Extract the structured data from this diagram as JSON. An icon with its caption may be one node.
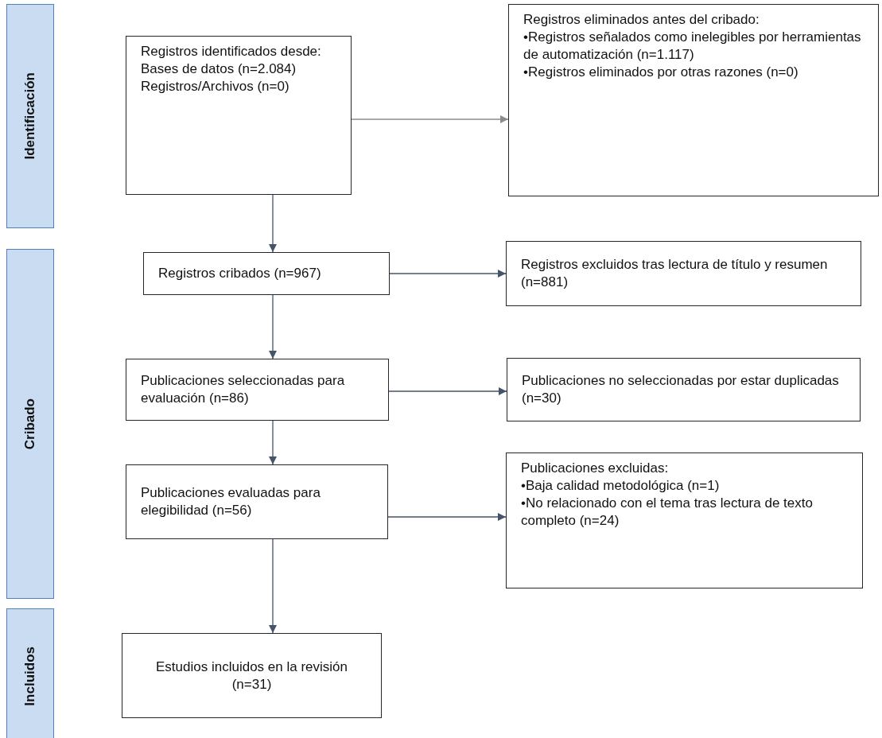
{
  "diagram": {
    "nodes": [
      {
        "text": [
          "Identificación"
        ]
      },
      {
        "text": [
          "Registros identificados desde:",
          "Bases de datos (n=2.084)",
          "Registros/Archivos (n=0)"
        ]
      },
      {
        "text": [
          "Registros eliminados antes del cribado:",
          "•Registros señalados como inelegibles por herramientas de automatización (n=1.117)",
          "•Registros eliminados por otras razones (n=0)"
        ]
      },
      {
        "text": [
          "Cribado"
        ]
      },
      {
        "text": [
          "Registros cribados (n=967)"
        ]
      },
      {
        "text": [
          "Registros excluidos tras lectura de título y resumen (n=881)"
        ]
      },
      {
        "text": [
          "Publicaciones seleccionadas para evaluación (n=86)"
        ]
      },
      {
        "text": [
          "Publicaciones no seleccionadas por estar duplicadas (n=30)"
        ]
      },
      {
        "text": [
          "Publicaciones evaluadas para elegibilidad (n=56)"
        ]
      },
      {
        "text": [
          "Publicaciones excluidas:",
          "•Baja calidad metodológica (n=1)",
          "•No relacionado con el tema tras lectura de texto completo (n=24)"
        ]
      },
      {
        "text": [
          "Incluidos"
        ]
      },
      {
        "text": [
          "Estudios incluidos en la revisión (n=31)"
        ]
      }
    ],
    "edges": [
      {
        "from": 1,
        "to": 2,
        "arrow": "to",
        "color": "#8c8c8c"
      },
      {
        "from": 1,
        "to": 4,
        "arrow": "to"
      },
      {
        "from": 4,
        "to": 5,
        "arrow": "to"
      },
      {
        "from": 4,
        "to": 6,
        "arrow": "to"
      },
      {
        "from": 6,
        "to": 7,
        "arrow": "to"
      },
      {
        "from": 6,
        "to": 8,
        "arrow": "to"
      },
      {
        "from": 8,
        "to": 9,
        "arrow": "to"
      },
      {
        "from": 8,
        "to": 11,
        "arrow": "to"
      }
    ]
  }
}
